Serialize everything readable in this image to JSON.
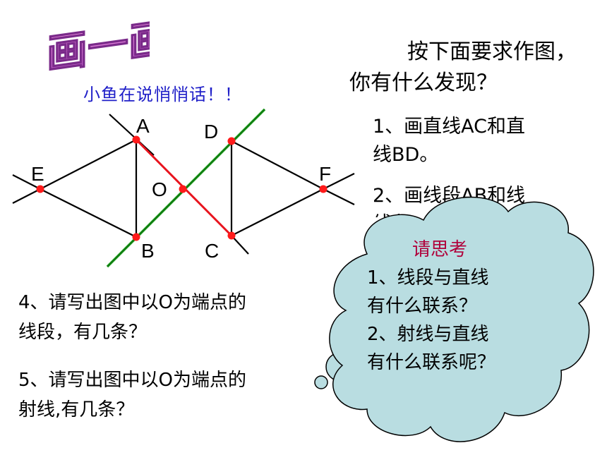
{
  "title_art": "画一画",
  "prompt": {
    "line1": "按下面要求作图，",
    "line2": "你有什么发现？"
  },
  "subtitle": "小鱼在说悄悄话！！",
  "diagram": {
    "labels": {
      "A": "A",
      "B": "B",
      "C": "C",
      "D": "D",
      "E": "E",
      "F": "F",
      "O": "O"
    },
    "colors": {
      "black": "#000000",
      "red": "#e8141e",
      "green": "#1fa31f",
      "point": "#ff1a1a"
    }
  },
  "steps": {
    "step1_line1": "1、画直线AC和直",
    "step1_line2": "线BD。",
    "step2_line1": "2、画线段AB和线",
    "step2_line2": "线段"
  },
  "questions": {
    "q4_line1": "4、请写出图中以O为端点的",
    "q4_line2": "线段，有几条？",
    "q5_line1": "5、请写出图中以O为端点的",
    "q5_line2": "射线,有几条？"
  },
  "think_cloud": {
    "title": "请思考",
    "line1": "1、线段与直线",
    "line2": "有什么联系？",
    "line3": "2、射线与直线",
    "line4": "有什么联系呢？",
    "fill": "#b9dde1"
  }
}
